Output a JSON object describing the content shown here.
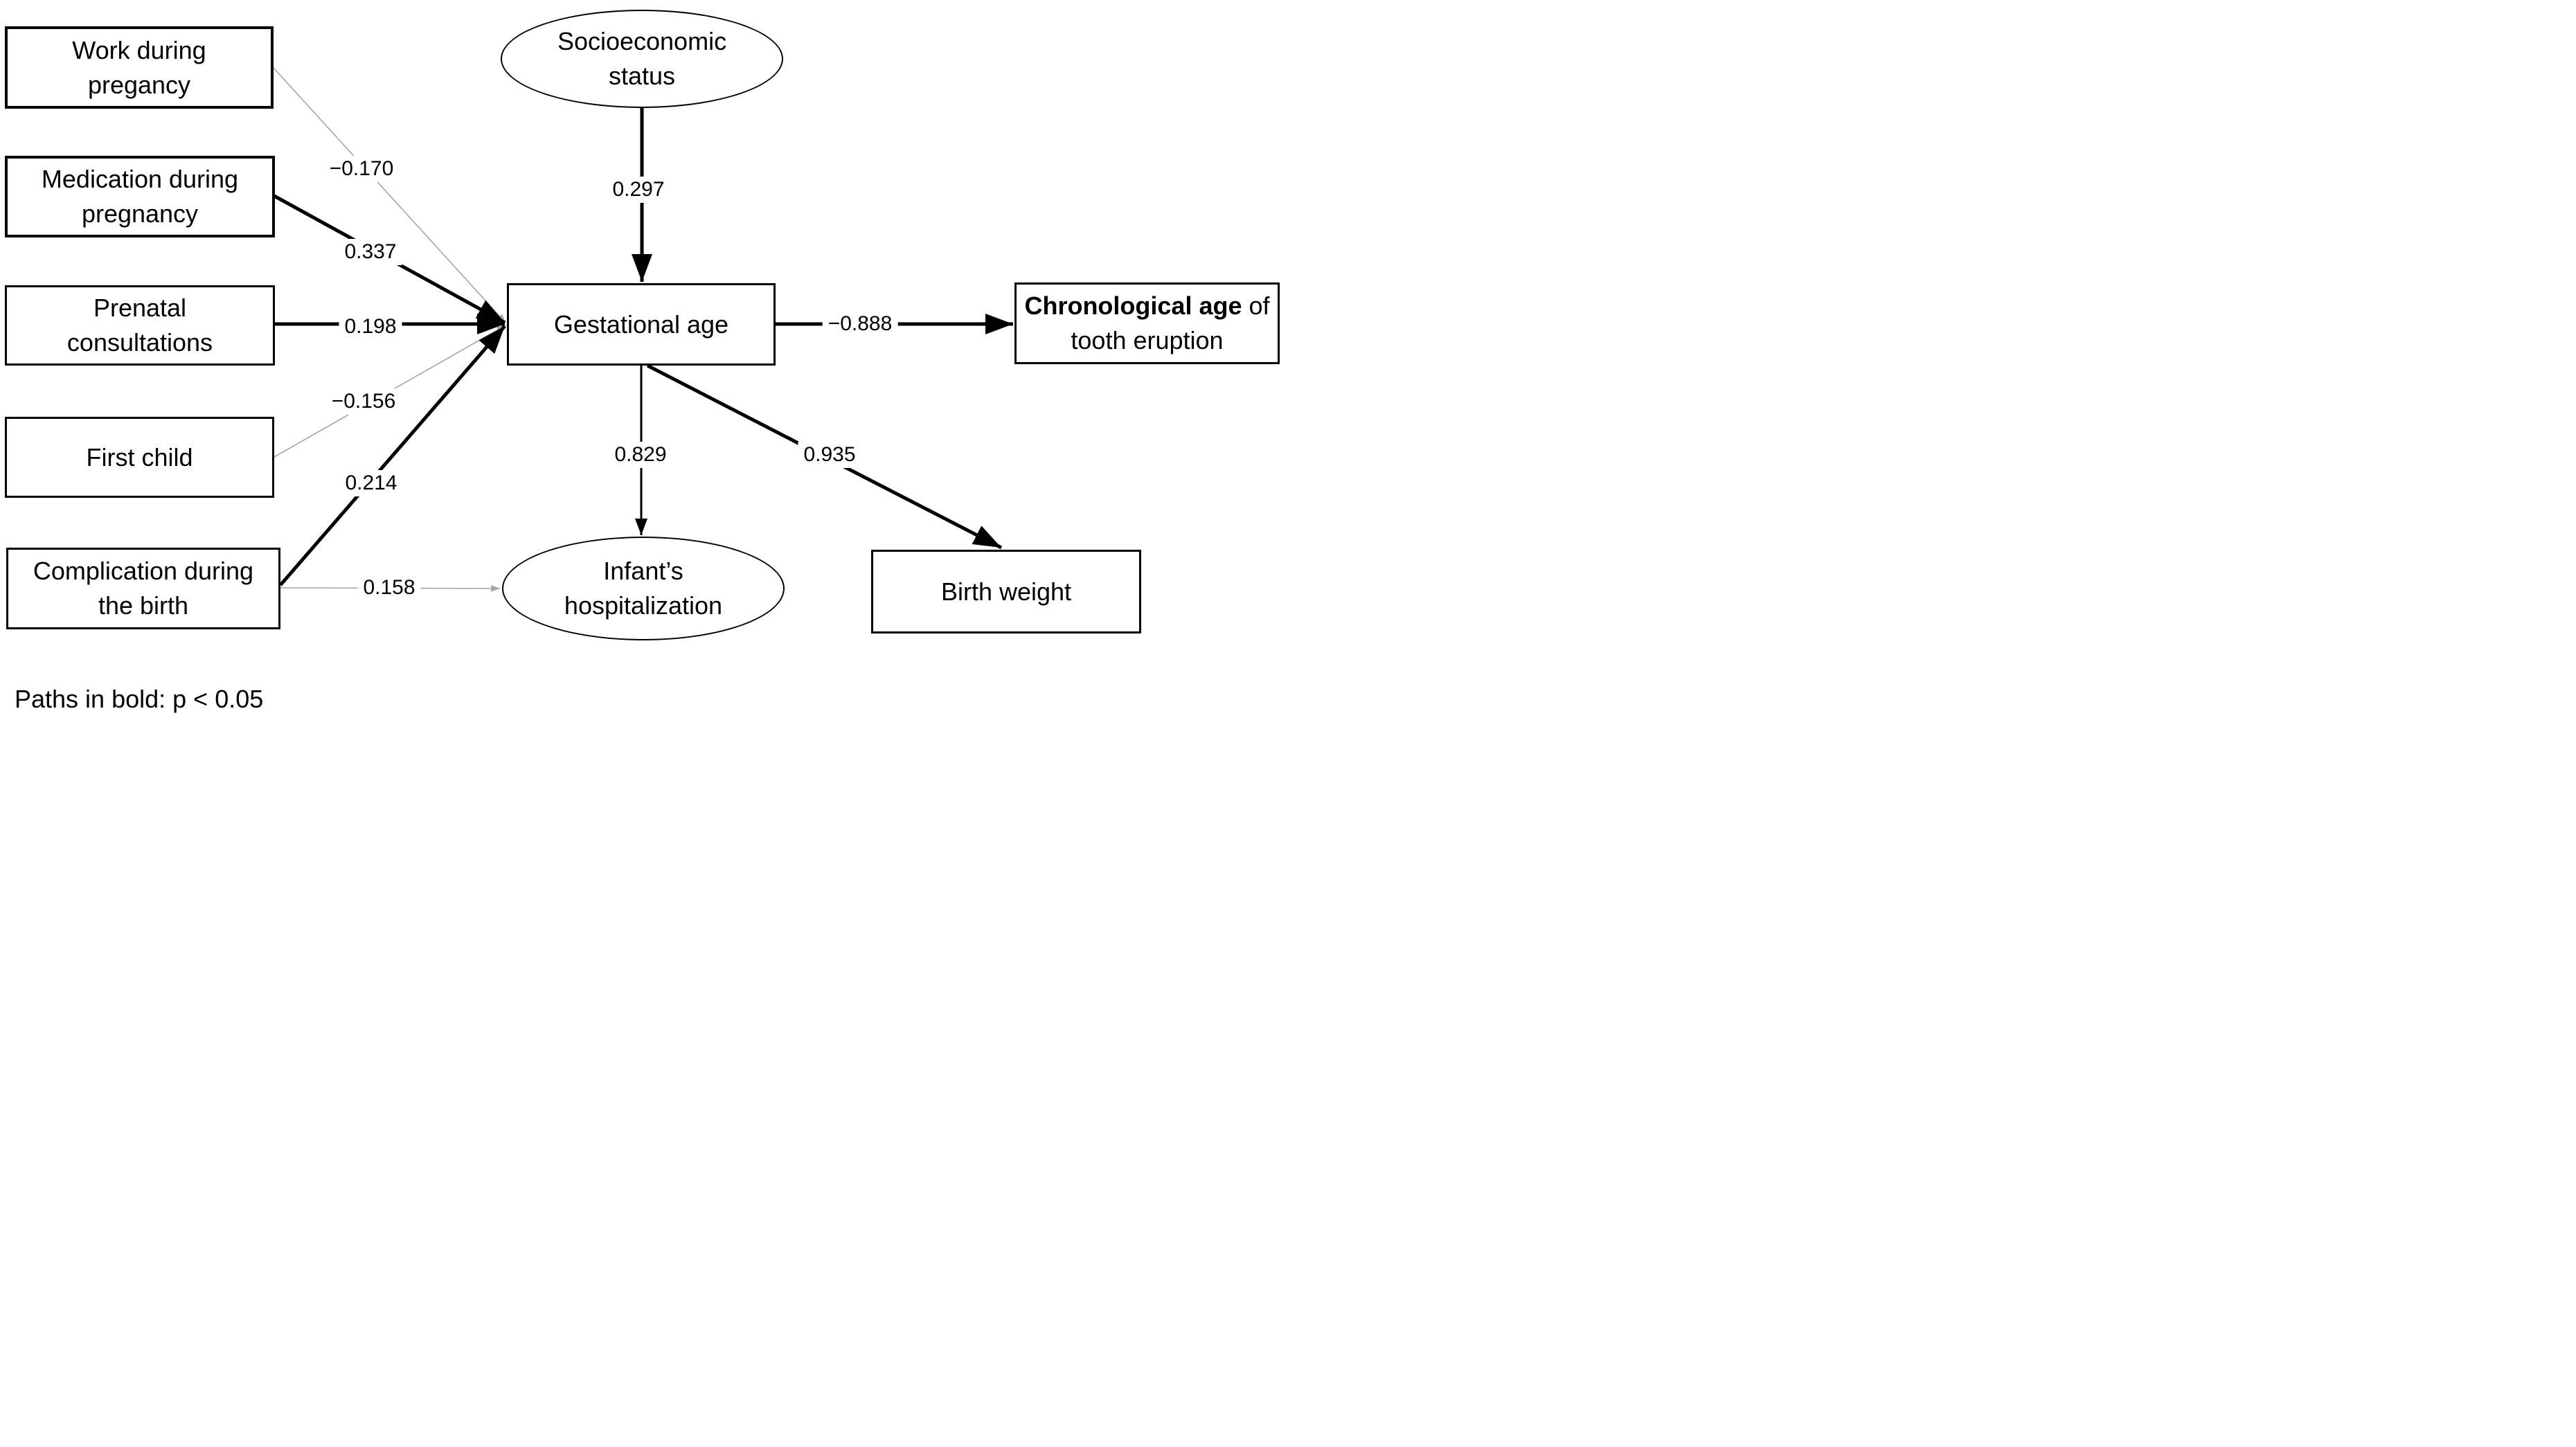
{
  "footer": {
    "text": "Paths in bold: p < 0.05"
  },
  "nodes": {
    "work": {
      "shape": "rectangle",
      "line1": "Work during",
      "line2": "pregancy"
    },
    "medication": {
      "shape": "rectangle",
      "line1": "Medication during",
      "line2": "pregnancy"
    },
    "prenatal": {
      "shape": "rectangle",
      "line1": "Prenatal",
      "line2": "consultations"
    },
    "first_child": {
      "shape": "rectangle",
      "line1": "First child"
    },
    "complication": {
      "shape": "rectangle",
      "line1": "Complication during",
      "line2": "the birth"
    },
    "ses": {
      "shape": "ellipse",
      "line1": "Socioeconomic",
      "line2": "status"
    },
    "gestational_age": {
      "shape": "rectangle",
      "line1": "Gestational age"
    },
    "chronological_age": {
      "shape": "rectangle",
      "line1_bold": "Chronological age",
      "line1_rest": " of",
      "line2": "tooth eruption"
    },
    "infant_hospitalization": {
      "shape": "ellipse",
      "line1": "Infant’s",
      "line2": "hospitalization"
    },
    "birth_weight": {
      "shape": "rectangle",
      "line1": "Birth weight"
    }
  },
  "paths": [
    {
      "from": "Work during pregancy",
      "to": "Gestational age",
      "coef": "−0.170",
      "significant": false
    },
    {
      "from": "Medication during pregnancy",
      "to": "Gestational age",
      "coef": "0.337",
      "significant": true
    },
    {
      "from": "Prenatal consultations",
      "to": "Gestational age",
      "coef": "0.198",
      "significant": true
    },
    {
      "from": "First child",
      "to": "Gestational age",
      "coef": "−0.156",
      "significant": false
    },
    {
      "from": "Complication during the birth",
      "to": "Gestational age",
      "coef": "0.214",
      "significant": true
    },
    {
      "from": "Socioeconomic status",
      "to": "Gestational age",
      "coef": "0.297",
      "significant": true
    },
    {
      "from": "Gestational age",
      "to": "Chronological age of tooth eruption",
      "coef": "−0.888",
      "significant": true
    },
    {
      "from": "Gestational age",
      "to": "Infant’s hospitalization",
      "coef": "0.829",
      "significant": true
    },
    {
      "from": "Gestational age",
      "to": "Birth weight",
      "coef": "0.935",
      "significant": true
    },
    {
      "from": "Complication during the birth",
      "to": "Infant’s hospitalization",
      "coef": "0.158",
      "significant": false
    }
  ],
  "colors": {
    "significant_path": "#000000",
    "nonsignificant_path": "#a6a6a6",
    "background": "#ffffff",
    "text": "#000000"
  }
}
